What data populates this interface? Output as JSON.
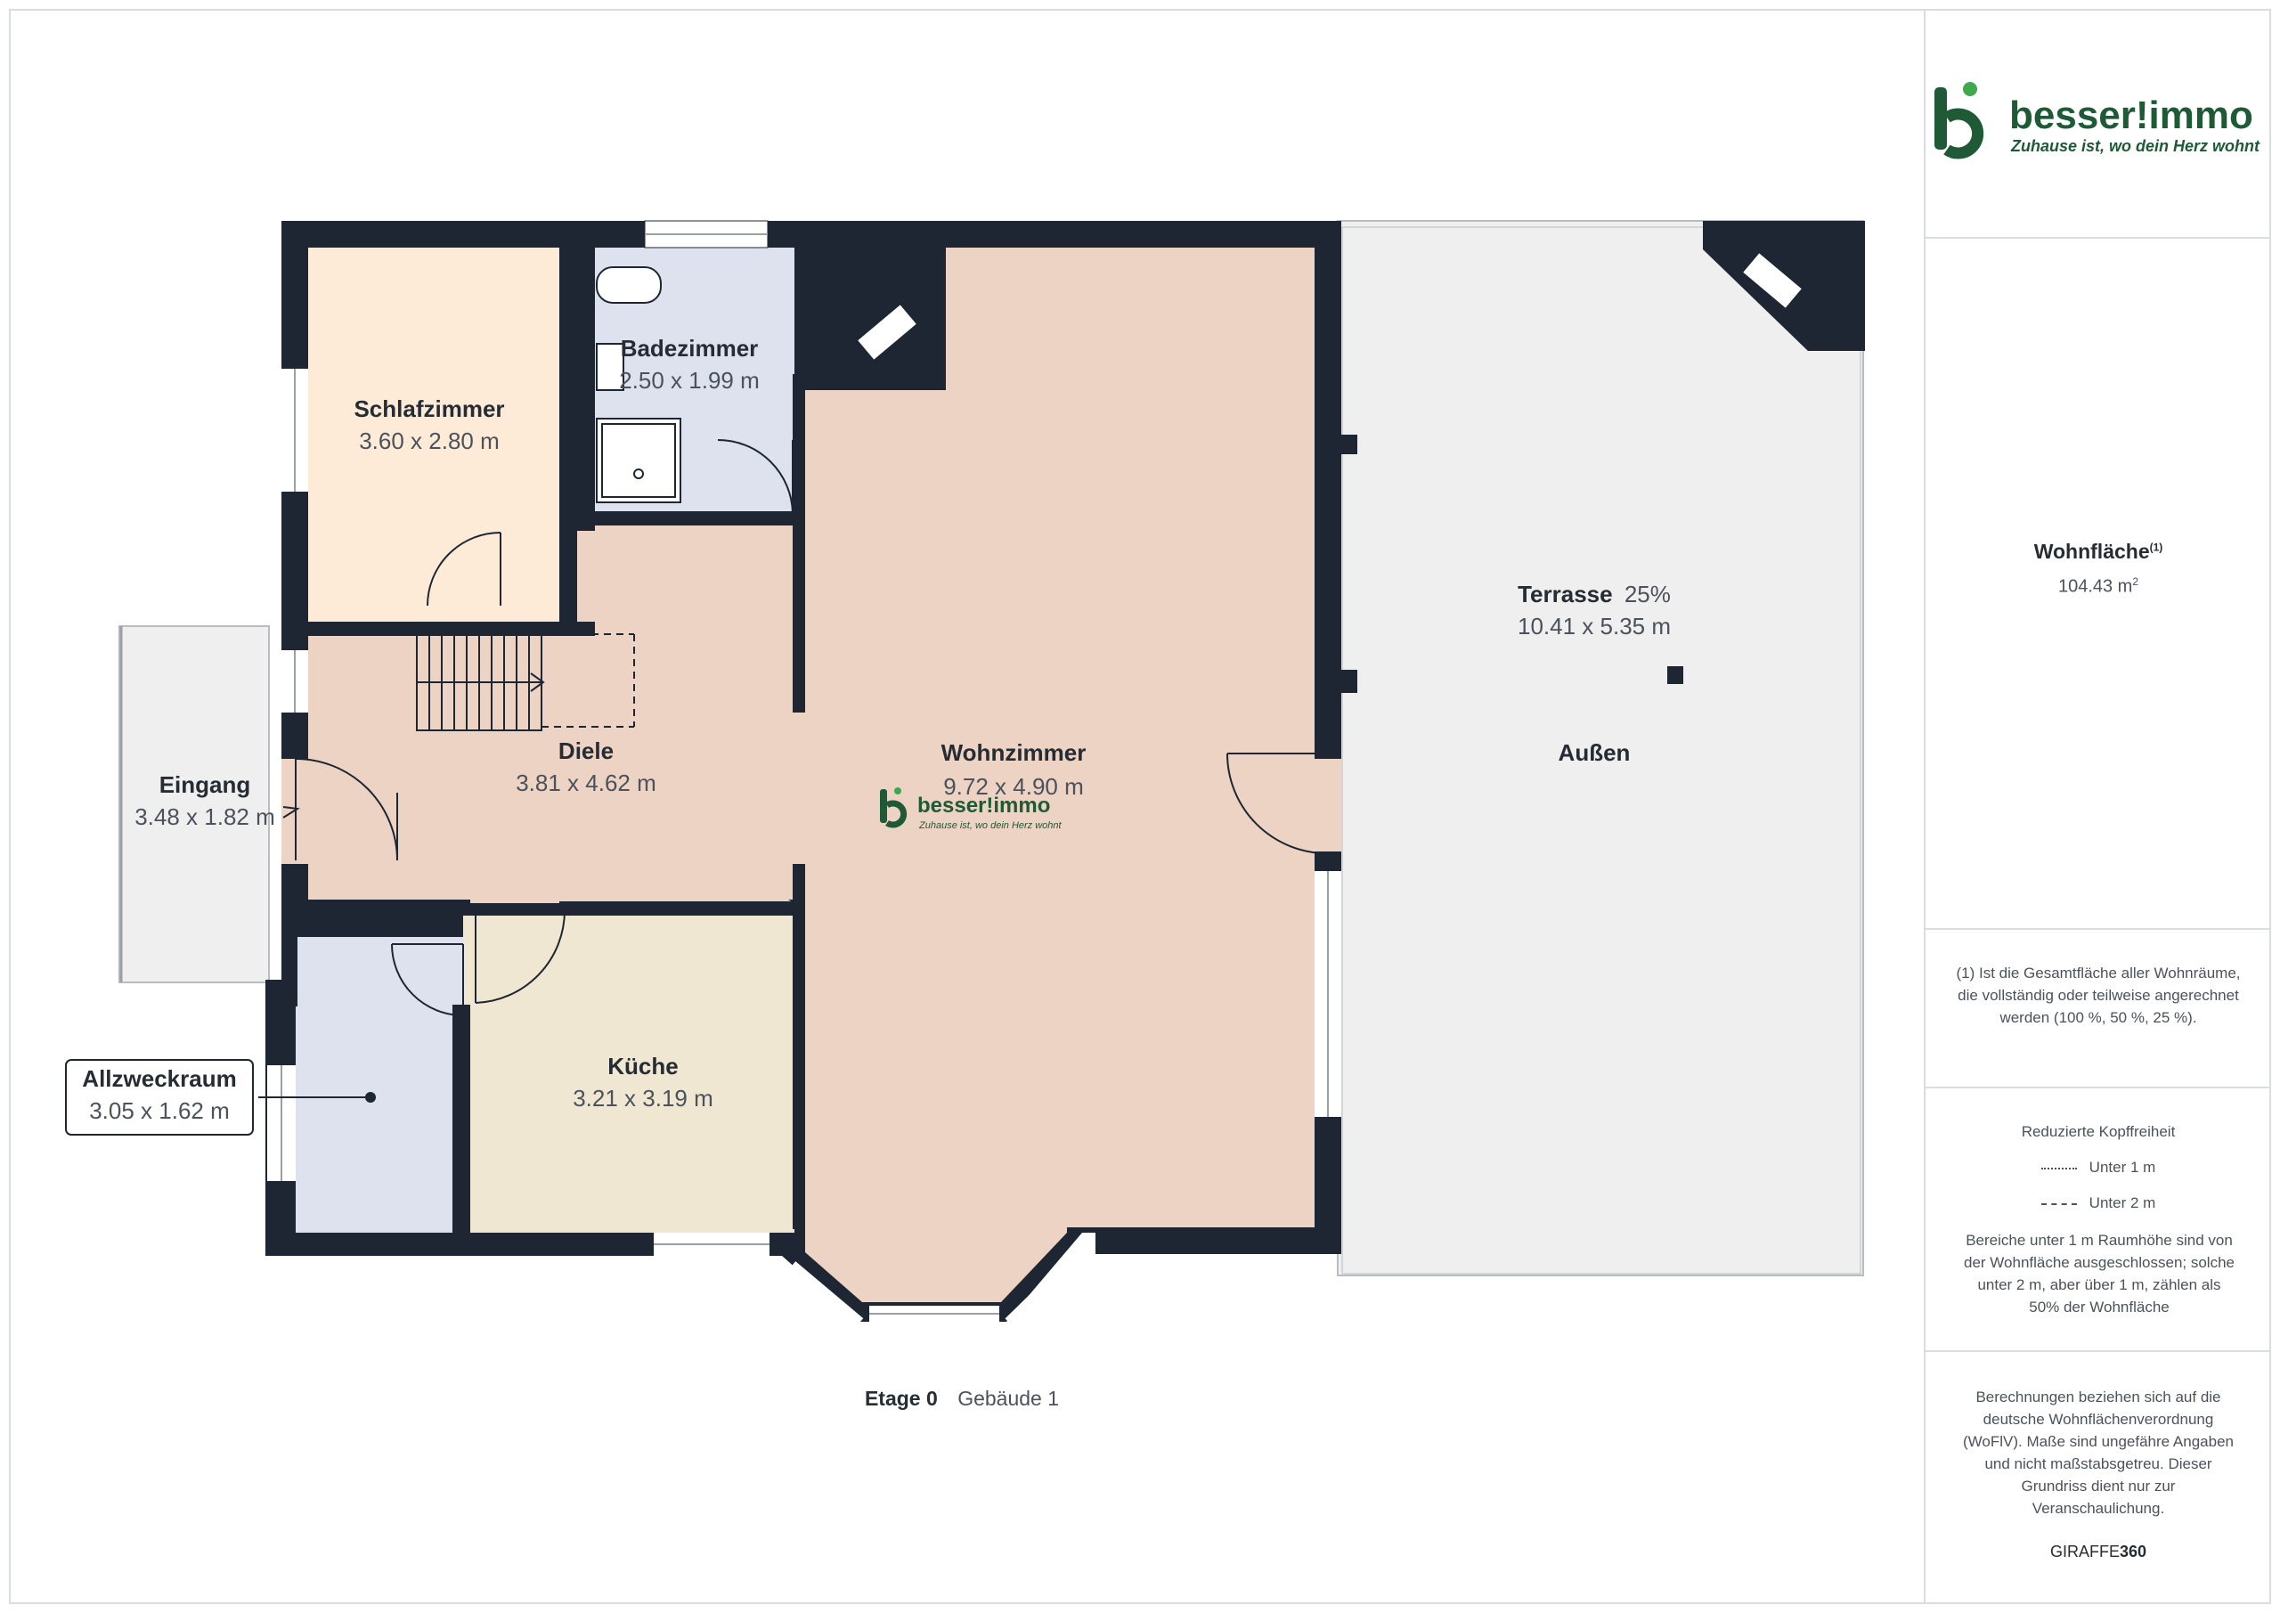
{
  "brand": {
    "name": "besser!immo",
    "tagline": "Zuhause ist, wo dein Herz wohnt",
    "colors": {
      "dark_green": "#1f5a37",
      "light_green": "#3fa84f"
    }
  },
  "rooms": {
    "schlafzimmer": {
      "name": "Schlafzimmer",
      "dims": "3.60 x 2.80 m"
    },
    "badezimmer": {
      "name": "Badezimmer",
      "dims": "2.50 x 1.99 m"
    },
    "diele": {
      "name": "Diele",
      "dims": "3.81 x 4.62 m"
    },
    "wohnzimmer": {
      "name": "Wohnzimmer",
      "dims": "9.72 x 4.90 m"
    },
    "eingang": {
      "name": "Eingang",
      "dims": "3.48 x 1.82 m"
    },
    "kueche": {
      "name": "Küche",
      "dims": "3.21 x 3.19 m"
    },
    "allzweckraum": {
      "name": "Allzweckraum",
      "dims": "3.05 x 1.62 m"
    },
    "terrasse": {
      "name": "Terrasse",
      "percent": "25%",
      "dims": "10.41 x 5.35 m"
    },
    "aussen": {
      "name": "Außen"
    }
  },
  "floor": {
    "label": "Etage 0",
    "building": "Gebäude 1"
  },
  "sidebar": {
    "area_label": "Wohnfläche",
    "area_sup": "(1)",
    "area_value": "104.43 m",
    "area_unit_sup": "2",
    "footnote": "(1) Ist die Gesamtfläche aller Wohnräume, die vollständig oder teilweise angerechnet werden (100 %, 50 %, 25 %).",
    "headroom_title": "Reduzierte Kopffreiheit",
    "legend_under1": "Unter 1 m",
    "legend_under2": "Unter 2 m",
    "headroom_note": "Bereiche unter 1 m Raumhöhe sind von der Wohnfläche ausgeschlossen; solche unter 2 m, aber über 1 m, zählen als 50% der Wohnfläche",
    "disclaimer": "Berechnungen beziehen sich auf die deutsche Wohnflächenverordnung (WoFlV). Maße sind ungefähre Angaben und nicht maßstabsgetreu. Dieser Grundriss dient nur zur Veranschaulichung.",
    "credit_a": "GIRAFFE",
    "credit_b": "360"
  },
  "colors": {
    "wall": "#1d2632",
    "schlafzimmer": "#fdebd7",
    "badezimmer": "#dde2ee",
    "living": "#ecd3c3",
    "kueche": "#f0e7d2",
    "allzweck": "#dde2ee",
    "outdoor": "#efefef"
  }
}
